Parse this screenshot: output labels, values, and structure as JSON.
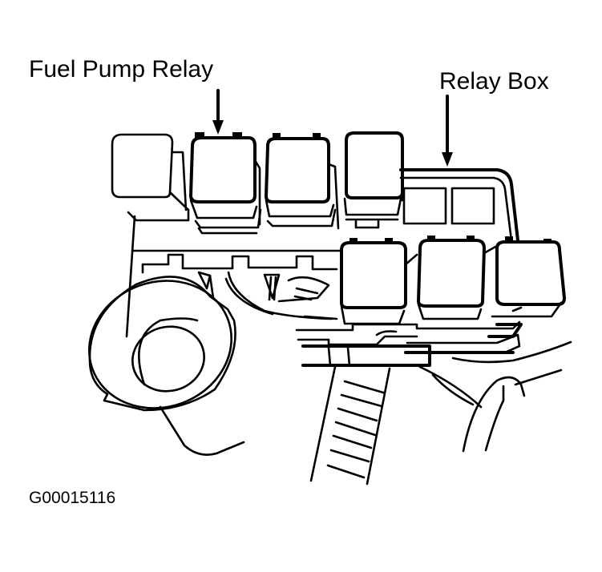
{
  "figure": {
    "labels": {
      "fuel_pump_relay": "Fuel Pump Relay",
      "relay_box": "Relay Box"
    },
    "figure_id": "G00015116"
  },
  "components": [
    {
      "name": "relay-upper-1"
    },
    {
      "name": "fuel-pump-relay"
    },
    {
      "name": "relay-upper-3"
    },
    {
      "name": "relay-upper-4"
    },
    {
      "name": "relay-lower-1"
    },
    {
      "name": "relay-lower-2"
    },
    {
      "name": "relay-lower-3"
    },
    {
      "name": "relay-box-housing"
    },
    {
      "name": "round-grommet"
    },
    {
      "name": "wiring-harness"
    }
  ],
  "colors": {
    "line": "#000000",
    "background": "#ffffff"
  }
}
